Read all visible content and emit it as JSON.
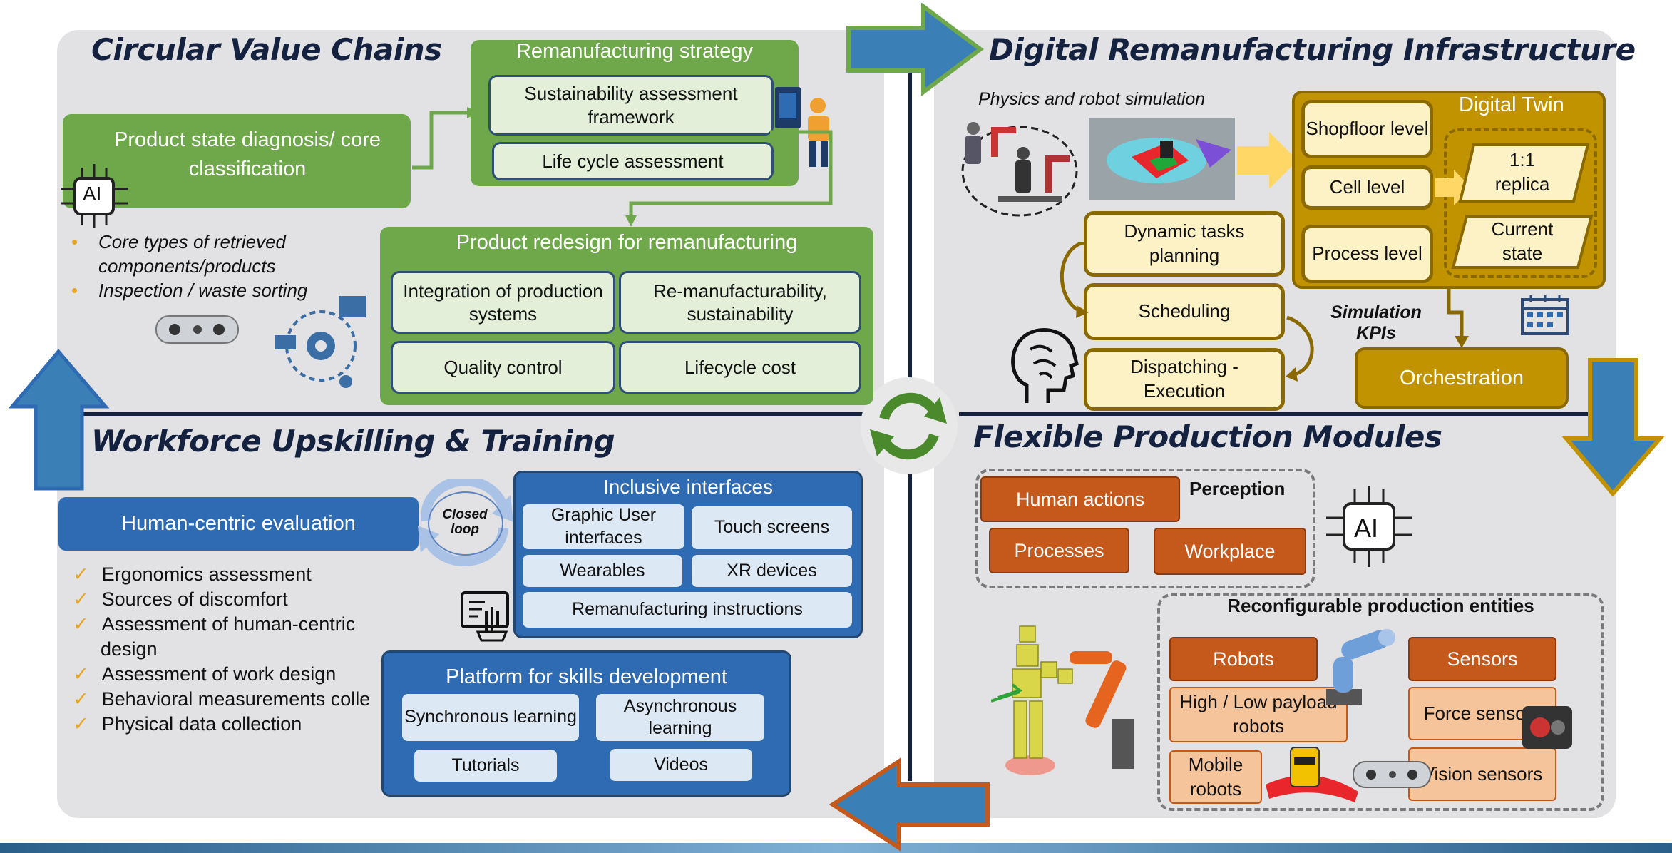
{
  "quadrants": {
    "circular": {
      "title": "Circular Value Chains",
      "remanufacturing_strategy": {
        "title": "Remanufacturing strategy",
        "items": [
          "Sustainability assessment framework",
          "Life cycle assessment"
        ]
      },
      "product_state": "Product state diagnosis/ core classification",
      "ai_label": "AI",
      "bullets": [
        "Core types of retrieved components/products",
        "Inspection / waste sorting"
      ],
      "product_redesign": {
        "title": "Product redesign for remanufacturing",
        "items": [
          "Integration of production systems",
          "Re-manufacturability, sustainability",
          "Quality control",
          "Lifecycle cost"
        ]
      }
    },
    "digital": {
      "title": "Digital Remanufacturing Infrastructure",
      "physics_label": "Physics and robot simulation",
      "twin_title": "Digital Twin",
      "levels": [
        "Shopfloor level",
        "Cell level",
        "Process level"
      ],
      "twin_states": [
        "1:1 replica",
        "Current state"
      ],
      "tasks": [
        "Dynamic tasks planning",
        "Scheduling",
        "Dispatching - Execution"
      ],
      "sim_kpis": "Simulation KPIs",
      "orchestration": "Orchestration"
    },
    "workforce": {
      "title": "Workforce Upskilling & Training",
      "evaluation": "Human-centric evaluation",
      "closed_loop": "Closed loop",
      "checklist": [
        "Ergonomics assessment",
        "Sources of discomfort",
        "Assessment of human-centric design",
        "Assessment of work design",
        "Behavioral measurements colle",
        "Physical data collection"
      ],
      "interfaces": {
        "title": "Inclusive interfaces",
        "items": [
          "Graphic User interfaces",
          "Touch screens",
          "Wearables",
          "XR devices",
          "Remanufacturing instructions"
        ]
      },
      "platform": {
        "title": "Platform for skills development",
        "items": [
          "Synchronous learning",
          "Asynchronous learning",
          "Tutorials",
          "Videos"
        ]
      }
    },
    "flexible": {
      "title": "Flexible Production Modules",
      "perception": {
        "title": "Perception",
        "items": [
          "Human actions",
          "Processes",
          "Workplace"
        ]
      },
      "ai_label": "AI",
      "reconfigurable": {
        "title": "Reconfigurable production entities",
        "robots": "Robots",
        "sensors": "Sensors",
        "robot_items": [
          "High / Low payload robots",
          "Mobile robots"
        ],
        "sensor_items": [
          "Force sensors",
          "Vision sensors"
        ]
      }
    }
  },
  "colors": {
    "green": "#6ea84a",
    "light_green": "#e3efd9",
    "gold": "#c29300",
    "light_yellow": "#fdf1c6",
    "blue": "#2e6bb2",
    "orange": "#c5581b",
    "arrow_blue": "#3a7fb5",
    "panel_gray": "#e2e2e4",
    "title_navy": "#142240"
  },
  "icons": [
    "ai-chip-icon",
    "camera-icon",
    "gear-network-icon",
    "worker-screen-icon",
    "head-brain-icon",
    "calendar-icon",
    "tablet-hand-icon",
    "cycle-arrows-icon",
    "robot-arm-icon"
  ]
}
